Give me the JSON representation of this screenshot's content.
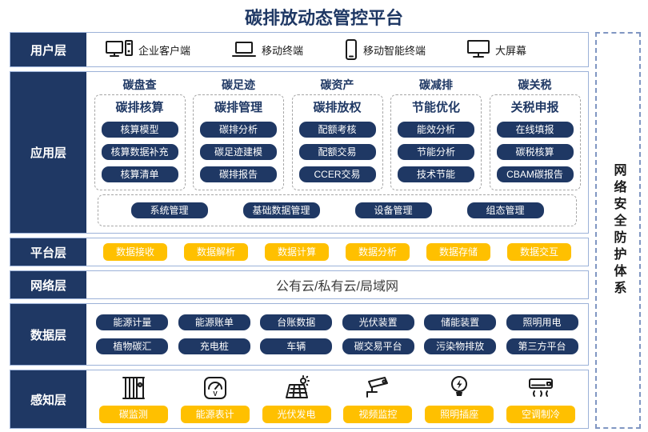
{
  "title": "碳排放动态管控平台",
  "security_sidebar": {
    "label": "网络安全防护体系"
  },
  "colors": {
    "accent_navy": "#1F3864",
    "accent_yellow": "#FFC000",
    "row_border": "#9CB2D8"
  },
  "layers": {
    "user": {
      "label": "用户层",
      "clients": [
        {
          "icon": "desktop-pc-icon",
          "label": "企业客户端"
        },
        {
          "icon": "laptop-icon",
          "label": "移动终端"
        },
        {
          "icon": "smartphone-icon",
          "label": "移动智能终端"
        },
        {
          "icon": "big-screen-icon",
          "label": "大屏幕"
        }
      ]
    },
    "application": {
      "label": "应用层",
      "columns": [
        {
          "header": "碳盘查",
          "subheader": "碳排核算",
          "items": [
            "核算模型",
            "核算数据补充",
            "核算清单"
          ]
        },
        {
          "header": "碳足迹",
          "subheader": "碳排管理",
          "items": [
            "碳排分析",
            "碳足迹建模",
            "碳排报告"
          ]
        },
        {
          "header": "碳资产",
          "subheader": "碳排放权",
          "items": [
            "配额考核",
            "配额交易",
            "CCER交易"
          ]
        },
        {
          "header": "碳减排",
          "subheader": "节能优化",
          "items": [
            "能效分析",
            "节能分析",
            "技术节能"
          ]
        },
        {
          "header": "碳关税",
          "subheader": "关税申报",
          "items": [
            "在线填报",
            "碳税核算",
            "CBAM碳报告"
          ]
        }
      ],
      "common_modules": [
        "系统管理",
        "基础数据管理",
        "设备管理",
        "组态管理"
      ]
    },
    "platform": {
      "label": "平台层",
      "items": [
        "数据接收",
        "数据解析",
        "数据计算",
        "数据分析",
        "数据存储",
        "数据交互"
      ]
    },
    "network": {
      "label": "网络层",
      "text": "公有云/私有云/局域网"
    },
    "data": {
      "label": "数据层",
      "rows": [
        [
          "能源计量",
          "能源账单",
          "台账数据",
          "光伏装置",
          "储能装置",
          "照明用电"
        ],
        [
          "植物碳汇",
          "充电桩",
          "车辆",
          "碳交易平台",
          "污染物排放",
          "第三方平台"
        ]
      ]
    },
    "sensing": {
      "label": "感知层",
      "items": [
        {
          "icon": "meter-cabinet-icon",
          "label": "碳监测"
        },
        {
          "icon": "gauge-meter-icon",
          "label": "能源表计"
        },
        {
          "icon": "solar-panel-icon",
          "label": "光伏发电"
        },
        {
          "icon": "cctv-camera-icon",
          "label": "视频监控"
        },
        {
          "icon": "light-bulb-icon",
          "label": "照明插座"
        },
        {
          "icon": "air-conditioner-icon",
          "label": "空调制冷"
        }
      ]
    }
  }
}
